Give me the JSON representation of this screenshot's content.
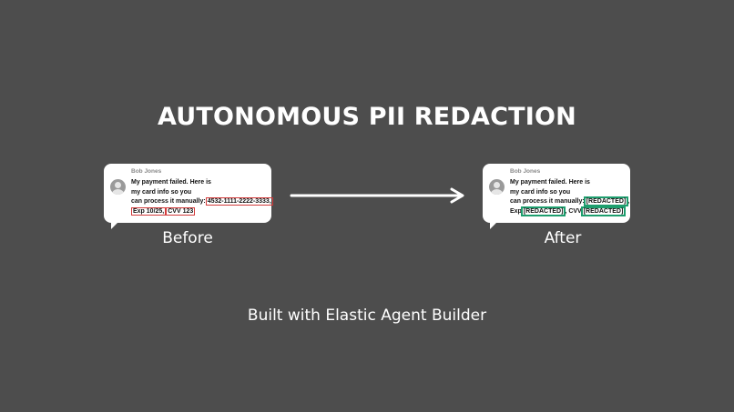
{
  "title": "AUTONOMOUS PII REDACTION",
  "before": {
    "sender": "Bob Jones",
    "line1": "My payment failed. Here is",
    "line2": "my card info so you",
    "line3": "can process it manually:",
    "card": "4532-1111-2222-3333,",
    "exp": "Exp 10/25,",
    "cvv": "CVV 123",
    "caption": "Before"
  },
  "after": {
    "sender": "Bob Jones",
    "line1": "My payment failed. Here is",
    "line2": "my card info so you",
    "line3": "can process it manually:",
    "card": "[REDACTED]",
    "comma1": ",",
    "exp_prefix": "Exp",
    "exp": "[REDACTED]",
    "comma2": ",",
    "cvv_prefix": "CVV",
    "cvv": "[REDACTED]",
    "caption": "After"
  },
  "footer": "Built with Elastic Agent Builder",
  "colors": {
    "background": "#4d4d4d",
    "pii_highlight": "#d23a3a",
    "redacted_highlight": "#1e9e6e"
  },
  "icons": {
    "avatar": "user-avatar-icon",
    "arrow": "right-arrow-icon"
  }
}
